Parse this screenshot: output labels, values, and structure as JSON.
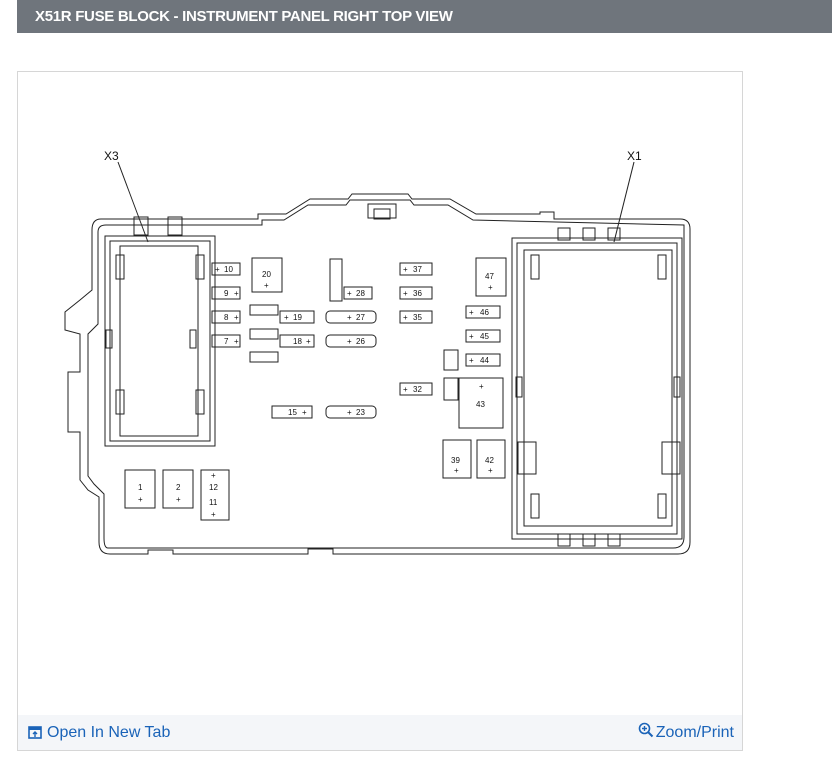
{
  "header": {
    "title": "X51R FUSE BLOCK - INSTRUMENT PANEL RIGHT TOP VIEW"
  },
  "diagram": {
    "connectors": {
      "x3": "X3",
      "x1": "X1"
    },
    "fuses": {
      "f10": "10",
      "f9": "9",
      "f8": "8",
      "f7": "7",
      "f20": "20",
      "f19": "19",
      "f18": "18",
      "f15": "15",
      "f28": "28",
      "f27": "27",
      "f26": "26",
      "f23": "23",
      "f37": "37",
      "f36": "36",
      "f35": "35",
      "f32": "32",
      "f47": "47",
      "f46": "46",
      "f45": "45",
      "f44": "44",
      "f43": "43",
      "f39": "39",
      "f42": "42",
      "f1": "1",
      "f2": "2",
      "f12": "12",
      "f11": "11"
    },
    "plus": "+"
  },
  "footer": {
    "open_tab": "Open In New Tab",
    "zoom_print": "Zoom/Print"
  },
  "colors": {
    "header_bg": "#6f757c",
    "link": "#1a63b8",
    "footer_bg": "#f4f6f9"
  },
  "icons": {
    "open_tab": "open-in-new-tab-icon",
    "zoom": "zoom-in-icon"
  }
}
